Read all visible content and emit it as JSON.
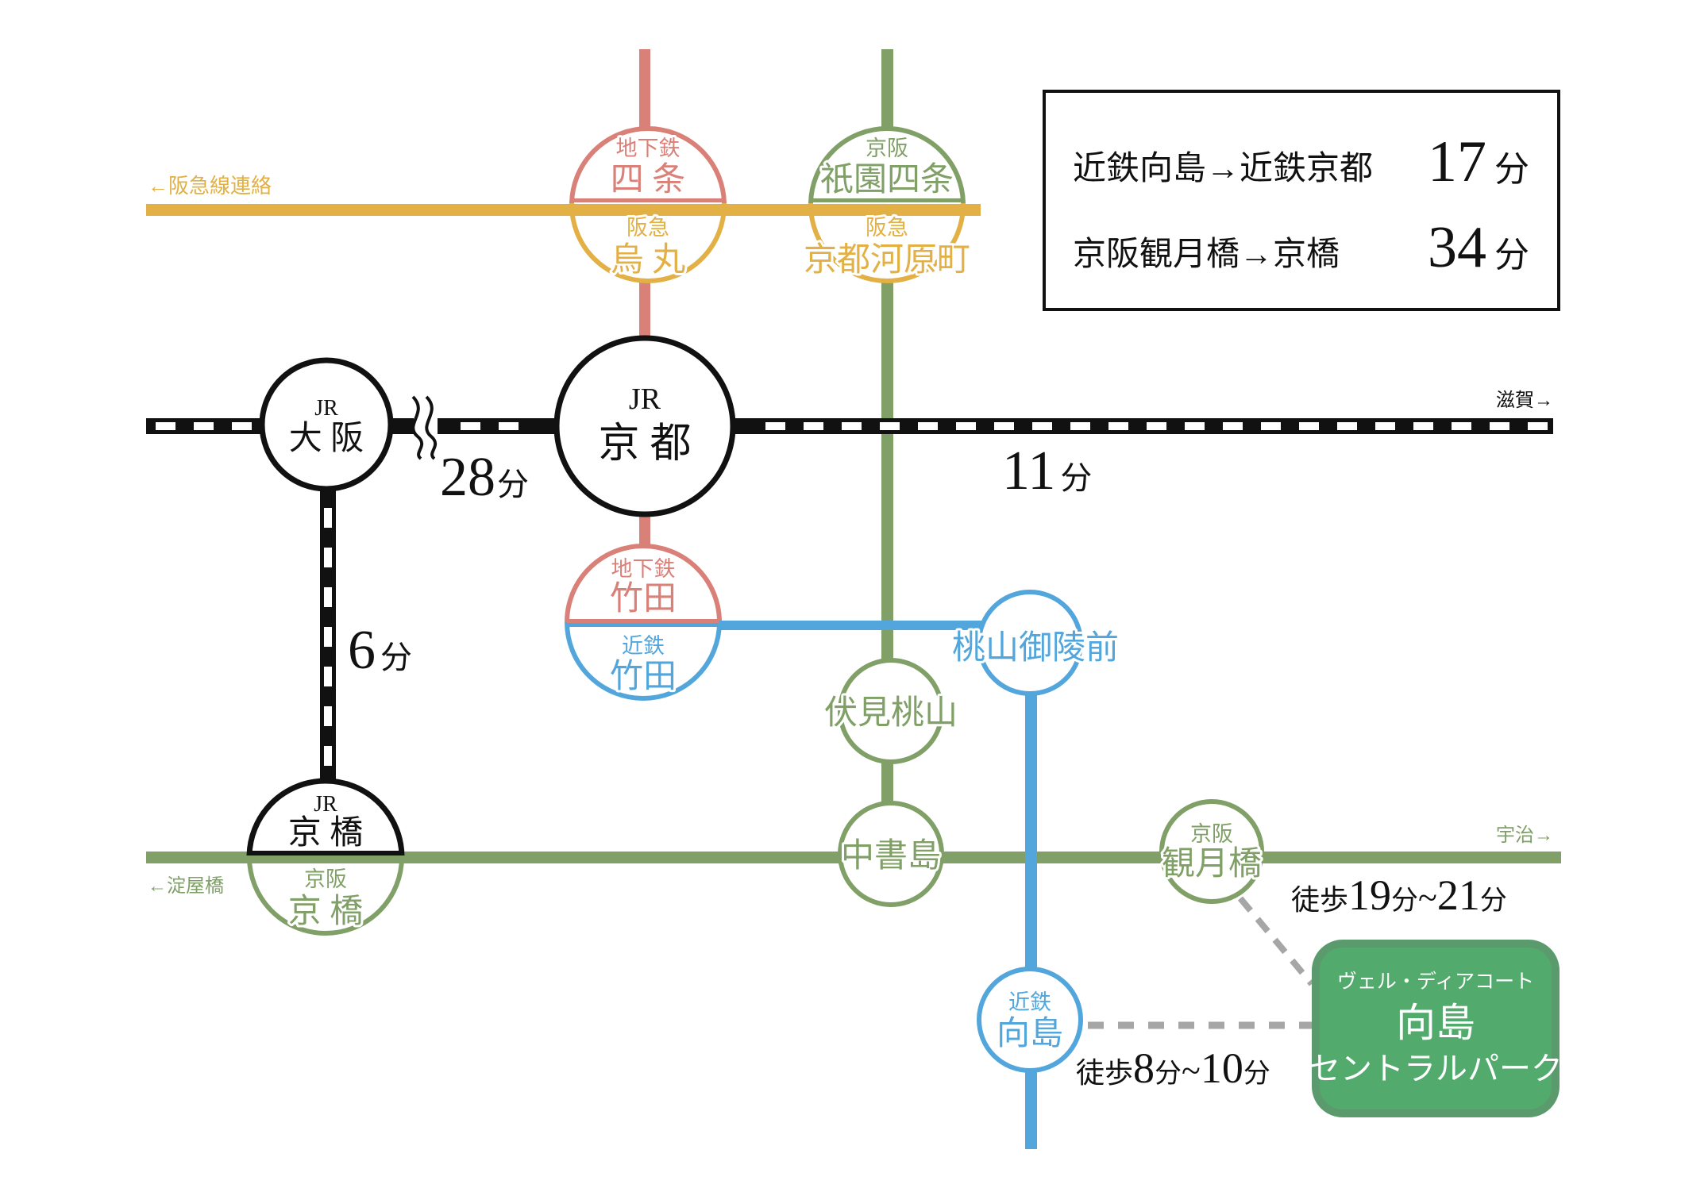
{
  "colors": {
    "subway": "#d98078",
    "hankyu": "#e2b045",
    "keihan": "#80a067",
    "kintetsu": "#52a6dc",
    "jr": "#111111",
    "walk": "#a6a6a6",
    "property_fill": "#52ab6d",
    "property_border": "#5a9a6c"
  },
  "direction_labels": {
    "hankyu_link": "←阪急線連絡",
    "shiga": "滋賀→",
    "uji": "宇治→",
    "yodoyabashi": "←淀屋橋"
  },
  "stations": {
    "shijo": {
      "operator": "地下鉄",
      "name": "四 条"
    },
    "karasuma": {
      "operator": "阪急",
      "name": "烏 丸"
    },
    "gion_shijo": {
      "operator": "京阪",
      "name": "祇園四条"
    },
    "kawaramachi": {
      "operator": "阪急",
      "name": "京都河原町"
    },
    "jr_osaka": {
      "operator": "JR",
      "name": "大 阪"
    },
    "jr_kyoto": {
      "operator": "JR",
      "name": "京 都"
    },
    "subway_takeda": {
      "operator": "地下鉄",
      "name": "竹田"
    },
    "kintetsu_takeda": {
      "operator": "近鉄",
      "name": "竹田"
    },
    "momoyama_goryomae": {
      "name": "桃山御陵前"
    },
    "fushimi_momoyama": {
      "name": "伏見桃山"
    },
    "jr_kyobashi": {
      "operator": "JR",
      "name": "京 橋"
    },
    "keihan_kyobashi": {
      "operator": "京阪",
      "name": "京 橋"
    },
    "nakashojima": {
      "name": "中書島"
    },
    "kangetsukyo": {
      "operator": "京阪",
      "name": "観月橋"
    },
    "mukaijima": {
      "operator": "近鉄",
      "name": "向島"
    }
  },
  "travel_times": {
    "osaka_kyoto": {
      "value": "28",
      "unit": "分"
    },
    "kyoto_shiga": {
      "value": "11",
      "unit": "分"
    },
    "osaka_kyobashi": {
      "value": "6",
      "unit": "分"
    },
    "walk_kangetsukyo": {
      "prefix": "徒歩",
      "from": "19",
      "unit": "分",
      "sep": "~",
      "to": "21"
    },
    "walk_mukaijima": {
      "prefix": "徒歩",
      "from": "8",
      "unit": "分",
      "sep": "~",
      "to": "10"
    }
  },
  "summary_box": {
    "rows": [
      {
        "route": "近鉄向島→近鉄京都",
        "minutes": "17",
        "unit": "分"
      },
      {
        "route": "京阪観月橋→京橋",
        "minutes": "34",
        "unit": "分"
      }
    ]
  },
  "property": {
    "brand": "ヴェル・ディアコート",
    "name": "向島",
    "subname": "セントラルパーク"
  }
}
